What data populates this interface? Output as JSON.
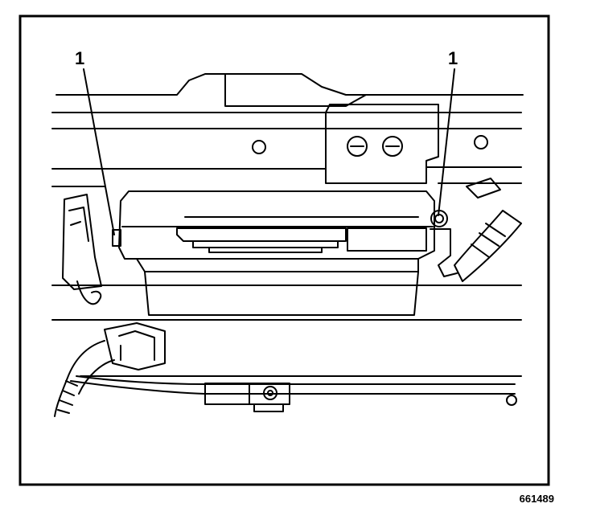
{
  "callouts": {
    "left": "1",
    "right": "1"
  },
  "figure_number": "661489",
  "colors": {
    "ink": "#000000",
    "paper": "#ffffff"
  }
}
